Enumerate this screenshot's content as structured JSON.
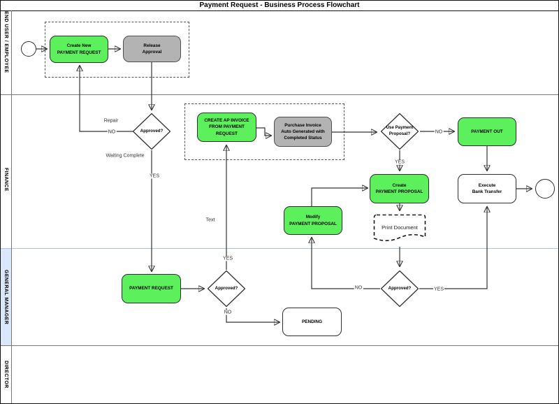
{
  "page": {
    "title": "Payment Request - Business Process Flowchart"
  },
  "lanes": {
    "end_user": "END USER / EMPLOYEE",
    "finance": "FINANCE",
    "general_manager": "GENERAL MANAGER",
    "director": "DIRECTOR"
  },
  "nodes": {
    "create_new_payment_request": "Create New\nPAYMENT REQUEST",
    "release_approval": "Release\nApproval",
    "approved_finance": "Approved?",
    "create_ap_invoice": "CREATE AP INVOICE\nFROM PAYMENT REQUEST",
    "purchase_invoice_auto": "Purchase Invoice\nAuto Generated with\nCompleted Status",
    "use_payment_proposal": "Use Payment\nProposal?",
    "payment_out": "PAYMENT OUT",
    "execute_bank_transfer": "Execute\nBank Transfer",
    "create_payment_proposal": "Create\nPAYMENT PROPOSAL",
    "modify_payment_proposal": "Modify\nPAYMENT PROPOSAL",
    "print_document": "Print Document",
    "payment_request": "PAYMENT REQUEST",
    "approved_gm_left": "Approved?",
    "approved_gm_right": "Approved?",
    "pending": "PENDING"
  },
  "edge_labels": {
    "repair": "Repair",
    "finance_no": "NO",
    "waiting_complete": "Waiting Complete",
    "finance_yes": "YES",
    "text_note": "Text",
    "gm_left_yes": "YES",
    "gm_left_no": "NO",
    "proposal_yes": "YES",
    "proposal_no": "NO",
    "gm_right_no": "NO",
    "gm_right_yes": "YES"
  },
  "colors": {
    "task_green": "#5CF05C",
    "task_gray": "#B3B3B3",
    "lane_highlight_fill": "#DBE8FB",
    "lane_highlight_border": "#A7C3E6"
  }
}
